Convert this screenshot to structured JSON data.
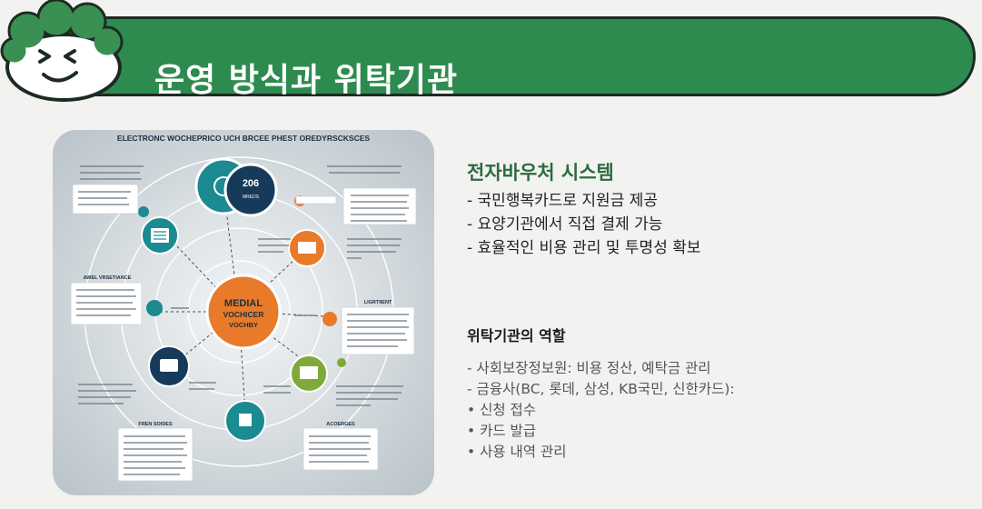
{
  "header": {
    "title": "운영 방식과 위탁기관"
  },
  "infographic": {
    "top_caption": "ELECTRONC WOCHEPRICO UCH BRCEE PHEST OREDYRSCKSCES",
    "center_label_1": "MEDIAL",
    "center_label_2": "VOCHICER",
    "center_label_3": "VOCHBY",
    "node_top_label_1": "206",
    "node_top_label_2": "MREDS",
    "box_left_title": "AWEL VRSETIANCE",
    "box_right_title": "LIGRTIIENT",
    "box_bottom_left_title": "FREN SOIDES",
    "box_bottom_right_title": "ACOERGES"
  },
  "section1": {
    "title": "전자바우처 시스템",
    "items": [
      "- 국민행복카드로 지원금 제공",
      "- 요양기관에서 직접 결제 가능",
      "- 효율적인 비용 관리 및 투명성 확보"
    ]
  },
  "section2": {
    "title": "위탁기관의 역할",
    "items": [
      "- 사회보장정보원: 비용 정산, 예탁금 관리",
      "- 금융사(BC, 롯데, 삼성, KB국민, 신한카드):",
      "• 신청 접수",
      "• 카드 발급",
      "• 사용 내역 관리"
    ]
  },
  "colors": {
    "banner_green": "#2e8b4f",
    "mascot_green": "#3a8f52",
    "title_green": "#2d6a3f",
    "teal": "#1b8a91",
    "navy": "#163a5a",
    "orange": "#e87a2a",
    "olive": "#7fa93a"
  }
}
